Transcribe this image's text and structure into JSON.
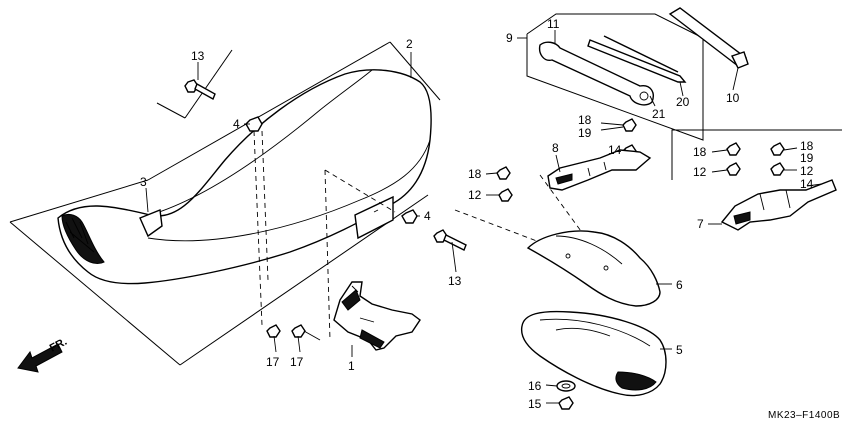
{
  "callouts": {
    "c1": "1",
    "c2": "2",
    "c3": "3",
    "c4a": "4",
    "c4b": "4",
    "c5": "5",
    "c6": "6",
    "c7": "7",
    "c8": "8",
    "c9": "9",
    "c10": "10",
    "c11": "11",
    "c12a": "12",
    "c12b": "12",
    "c12c": "12",
    "c13a": "13",
    "c13b": "13",
    "c14a": "14",
    "c14b": "14",
    "c15": "15",
    "c16": "16",
    "c17a": "17",
    "c17b": "17",
    "c18a": "18",
    "c18b": "18",
    "c18c": "18",
    "c18d": "18",
    "c19a": "19",
    "c19b": "19",
    "c20": "20",
    "c21": "21"
  },
  "direction_label": "FR.",
  "diagram_code": "MK23–F1400B"
}
